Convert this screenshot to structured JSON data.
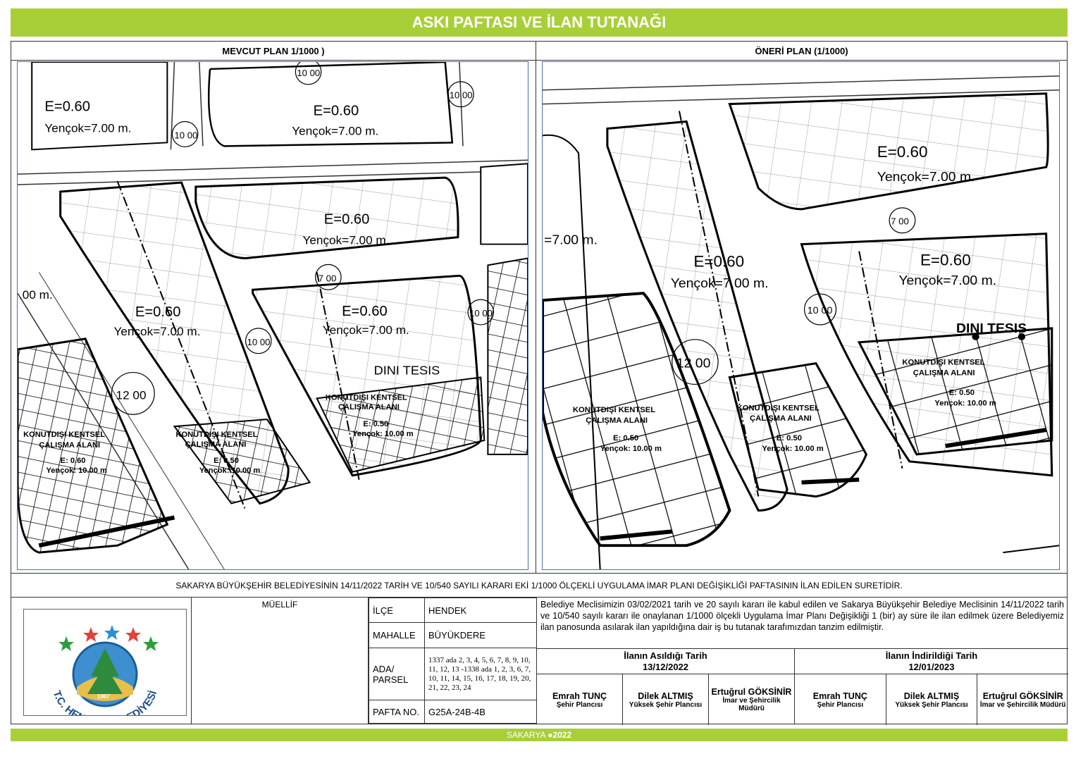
{
  "title": "ASKI PAFTASI VE İLAN TUTANAĞI",
  "plans": {
    "left_header": "MEVCUT PLAN 1/1000 )",
    "right_header": "ÖNERİ PLAN (1/1000)",
    "left": {
      "zones": [
        {
          "e": "E=0.60",
          "h": "Yençok=7.00 m."
        },
        {
          "e": "E=0.60",
          "h": "Yençok=7.00 m."
        },
        {
          "e": "E=0.60",
          "h": "Yençok=7.00 m."
        },
        {
          "e": "E=0.60",
          "h": "Yençok=7.00 m."
        },
        {
          "e": "E=0.60",
          "h": "Yençok=7.00 m."
        }
      ],
      "edge_label": ".00 m.",
      "road_widths": [
        "10 00",
        "10 00",
        "10 00",
        "7 00",
        "10 00",
        "10 00",
        "12 00"
      ],
      "special_zone": "DINI TESIS",
      "urban_zones": [
        {
          "name1": "KONUTDIŞI KENTSEL",
          "name2": "ÇALIŞMA ALANI",
          "e": "E: 0.60",
          "h": "Yençok: 10.00 m"
        },
        {
          "name1": "KONUTDIŞI KENTSEL",
          "name2": "ÇALIŞMA ALANI",
          "e": "E: 0.50",
          "h": "Yençok: 10.00 m"
        },
        {
          "name1": "KONUTDIŞI KENTSEL",
          "name2": "ÇALIŞMA ALANI",
          "e": "E: 0.50",
          "h": "Yençok: 10.00 m"
        }
      ]
    },
    "right": {
      "zones": [
        {
          "e": "E=0.60",
          "h": "Yençok=7.00 m."
        },
        {
          "e": "E=0.60",
          "h": "Yençok=7.00 m."
        },
        {
          "e": "E=0.60",
          "h": "Yençok=7.00 m."
        }
      ],
      "edge_label": "=7.00 m.",
      "road_widths": [
        "7 00",
        "10 00",
        "12 00"
      ],
      "special_zone": "DINI TESIS",
      "urban_zones": [
        {
          "name1": "KONUTDIŞI KENTSEL",
          "name2": "ÇALIŞMA ALANI",
          "e": "E: 0.50",
          "h": "Yençok: 10.00 m"
        },
        {
          "name1": "KONUTDIŞI KENTSEL",
          "name2": "ÇALIŞMA ALANI",
          "e": "E: 0.50",
          "h": "Yençok: 10.00 m"
        },
        {
          "name1": "KONUTDIŞI KENTSEL",
          "name2": "ÇALIŞMA ALANI",
          "e": "E: 0.50",
          "h": "Yençok: 10.00 m"
        }
      ]
    }
  },
  "decision_text": "SAKARYA BÜYÜKŞEHİR BELEDİYESİNİN 14/11/2022 TARİH VE 10/540 SAYILI KARARI EKİ 1/1000 ÖLÇEKLİ UYGULAMA İMAR PLANI DEĞİŞİKLİĞİ PAFTASININ İLAN EDİLEN SURETİDİR.",
  "logo": {
    "text": "T.C. HENDEK BELEDİYESİ",
    "year": "1907"
  },
  "author_label": "MÜELLİF",
  "meta": {
    "ilce_label": "İLÇE",
    "ilce": "HENDEK",
    "mahalle_label": "MAHALLE",
    "mahalle": "BÜYÜKDERE",
    "ada_label": "ADA/ PARSEL",
    "ada": "1337 ada 2, 3, 4, 5, 6, 7, 8, 9, 10, 11, 12, 13 -1338 ada 1, 2, 3, 6, 7, 10, 11, 14, 15, 16, 17, 18, 19, 20, 21, 22, 23, 24",
    "pafta_label": "PAFTA NO.",
    "pafta": "G25A-24B-4B"
  },
  "notice_text": "Belediye Meclisimizin 03/02/2021 tarih ve 20 sayılı kararı ile kabul edilen ve Sakarya Büyükşehir Belediye Meclisinin 14/11/2022 tarih ve 10/540 sayılı kararı ile onaylanan 1/1000 ölçekli Uygulama İmar Planı Değişikliği 1 (bir) ay süre ile ilan edilmek üzere Belediyemiz ilan panosunda asılarak ilan yapıldığına dair iş bu tutanak tarafımızdan tanzim edilmiştir.",
  "posted": {
    "title": "İlanın Asıldığı Tarih",
    "date": "13/12/2022",
    "signers": [
      {
        "name": "Emrah TUNÇ",
        "role": "Şehir Plancısı"
      },
      {
        "name": "Dilek ALTMIŞ",
        "role": "Yüksek Şehir Plancısı"
      },
      {
        "name": "Ertuğrul GÖKSİNİR",
        "role": "İmar ve Şehircilik Müdürü"
      }
    ]
  },
  "removed": {
    "title": "İlanın İndirildiği Tarih",
    "date": "12/01/2023",
    "signers": [
      {
        "name": "Emrah TUNÇ",
        "role": "Şehir Plancısı"
      },
      {
        "name": "Dilek ALTMIŞ",
        "role": "Yüksek Şehir Plancısı"
      },
      {
        "name": "Ertuğrul GÖKSİNİR",
        "role": "İmar ve Şehircilik Müdürü"
      }
    ]
  },
  "footer": {
    "text": "SAKARYA ● ",
    "year": "2022"
  }
}
